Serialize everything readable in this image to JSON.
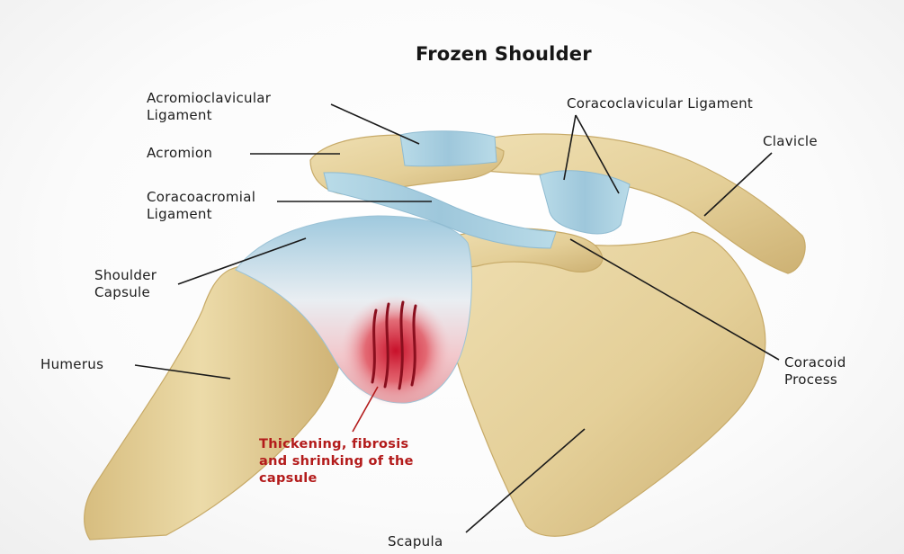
{
  "title": "Frozen Shoulder",
  "labels": {
    "acromioclavicular": [
      "Acromioclavicular",
      "Ligament"
    ],
    "acromion": [
      "Acromion"
    ],
    "coracoacromial": [
      "Coracoacromial",
      "Ligament"
    ],
    "shoulder_capsule": [
      "Shoulder",
      "Capsule"
    ],
    "humerus": [
      "Humerus"
    ],
    "coracoclavicular": [
      "Coracoclavicular Ligament"
    ],
    "clavicle": [
      "Clavicle"
    ],
    "coracoid_process": [
      "Coracoid",
      "Process"
    ],
    "scapula": [
      "Scapula"
    ],
    "pathology_note": [
      "Thickening, fibrosis",
      "and shrinking of the",
      "capsule"
    ]
  },
  "colors": {
    "bone": "#e6d29e",
    "bone_shadow": "#c9ad6c",
    "ligament": "#a8cfe0",
    "inflamed": "#cc1f2a",
    "note_text": "#b31b1b",
    "leader_line": "#1a1a1a"
  }
}
